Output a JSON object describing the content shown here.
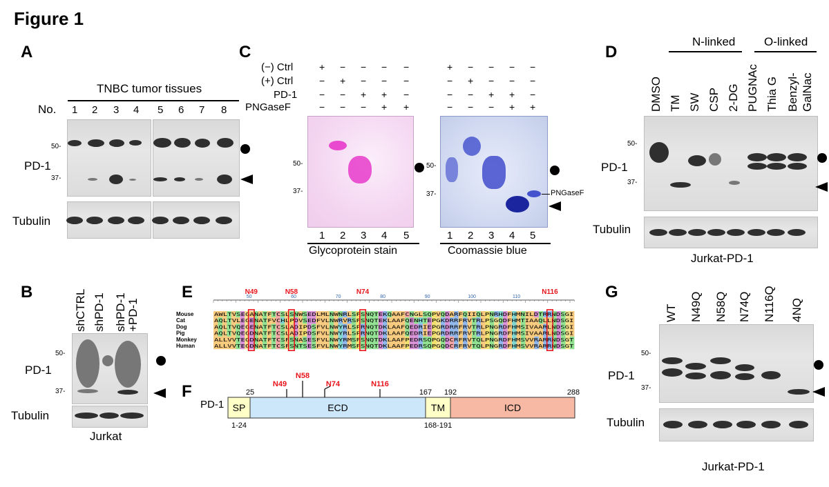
{
  "figure_title": "Figure 1",
  "panelA": {
    "letter": "A",
    "header": "TNBC tumor tissues",
    "no_label": "No.",
    "lanes": [
      "1",
      "2",
      "3",
      "4",
      "5",
      "6",
      "7",
      "8"
    ],
    "protein": "PD-1",
    "loading": "Tubulin",
    "mw": [
      "50-",
      "37-"
    ]
  },
  "panelB": {
    "letter": "B",
    "lanes": [
      "shCTRL",
      "shPD-1",
      "shPD-1",
      "+PD-1"
    ],
    "protein": "PD-1",
    "loading": "Tubulin",
    "cell": "Jurkat",
    "mw": [
      "50-",
      "37-"
    ]
  },
  "panelC": {
    "letter": "C",
    "rows": [
      {
        "label": "(−) Ctrl",
        "signs": [
          "+",
          "−",
          "−",
          "−",
          "−"
        ]
      },
      {
        "label": "(+) Ctrl",
        "signs": [
          "−",
          "+",
          "−",
          "−",
          "−"
        ]
      },
      {
        "label": "PD-1",
        "signs": [
          "−",
          "−",
          "+",
          "+",
          "−"
        ]
      },
      {
        "label": "PNGaseF",
        "signs": [
          "−",
          "−",
          "−",
          "+",
          "+"
        ]
      }
    ],
    "lanes": [
      "1",
      "2",
      "3",
      "4",
      "5"
    ],
    "left_caption": "Glycoprotein stain",
    "right_caption": "Coomassie blue",
    "pngase_label": "PNGaseF",
    "mw": [
      "50-",
      "37-"
    ]
  },
  "panelD": {
    "letter": "D",
    "group1": "N-linked",
    "group2": "O-linked",
    "lanes": [
      "DMSO",
      "TM",
      "SW",
      "CSP",
      "2-DG",
      "PUGNAc",
      "Thia G",
      "Benzyl-",
      "GalNac"
    ],
    "protein": "PD-1",
    "loading": "Tubulin",
    "cell": "Jurkat-PD-1",
    "mw": [
      "50-",
      "37-"
    ]
  },
  "panelE": {
    "letter": "E",
    "sites": [
      "N49",
      "N58",
      "N74",
      "N116"
    ],
    "species": [
      "Mouse",
      "Cat",
      "Dog",
      "Pig",
      "Monkey",
      "Human"
    ],
    "ticks": [
      "50",
      "60",
      "70",
      "80",
      "90",
      "100",
      "110"
    ],
    "sequences": [
      "AWLTVSEGANATFTCSLSNWSEDLMLNWNRLSPSNQTEKQAAFCNGLSQPVQDARFQIIQLPNRHDFHMNILDTRRNDSGI",
      "AQLTVLEGENATFVCHLPDVSEDFVLNWRVRSPSNQTEKLAAFQENHTEPGKDRRFRVTRLPSGQDFHMTIAAQLLNDSGI",
      "AQLTVQEGENATFTCSLADIPDSFVLNWYRLSPRNQTDKLAAFQEDRIEPGRDRRFRVTRLPNGRDFHMSIVAARLNDSGI",
      "AQLTVQEGDNATFTCSLADIPDSFVLNWYRLSPRNQTDKLAAFQEDRIEPGRDRRFRVTRLPNGRDFHMSIVAARLNDSGI",
      "ALLVVTEGDNATFTCSFSNASESFVLNWYRMSPSNQTDKLAAFPEDRSQPGQDCRFRVTQLPNGRDFHMSVVRARRNDSGT",
      "ALLVVTEGDNATFTCSFSNTSESFVLNWYRMSPSNQTDKLAAFPEDRSQPGQDCRFRVTQLPNGRDFHMSVVRARRNDSGT"
    ]
  },
  "panelF": {
    "letter": "F",
    "protein": "PD-1",
    "domains": [
      "SP",
      "ECD",
      "TM",
      "ICD"
    ],
    "pos_top": [
      "25",
      "167",
      "192",
      "288"
    ],
    "pos_bottom": [
      "1-24",
      "168-191"
    ],
    "sites": [
      "N49",
      "N58",
      "N74",
      "N116"
    ]
  },
  "panelG": {
    "letter": "G",
    "lanes": [
      "WT",
      "N49Q",
      "N58Q",
      "N74Q",
      "N116Q",
      "4NQ"
    ],
    "protein": "PD-1",
    "loading": "Tubulin",
    "cell": "Jurkat-PD-1",
    "mw": [
      "50-",
      "37-"
    ]
  },
  "colors": {
    "site_red": "#e8141b",
    "pink_stain": "#e62fc8",
    "coomassie": "#2c3ac7",
    "sp_fill": "#ffffc8",
    "ecd_fill": "#cce6fa",
    "tm_fill": "#ffffc8",
    "icd_fill": "#f7b9a4"
  }
}
